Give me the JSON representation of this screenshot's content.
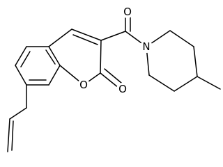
{
  "structure": {
    "atoms": [
      {
        "id": "o_carbonyl_amide",
        "element": "O"
      },
      {
        "id": "n_piperidine",
        "element": "N"
      },
      {
        "id": "o_ring",
        "element": "O"
      },
      {
        "id": "o_lactone",
        "element": "O"
      }
    ]
  }
}
